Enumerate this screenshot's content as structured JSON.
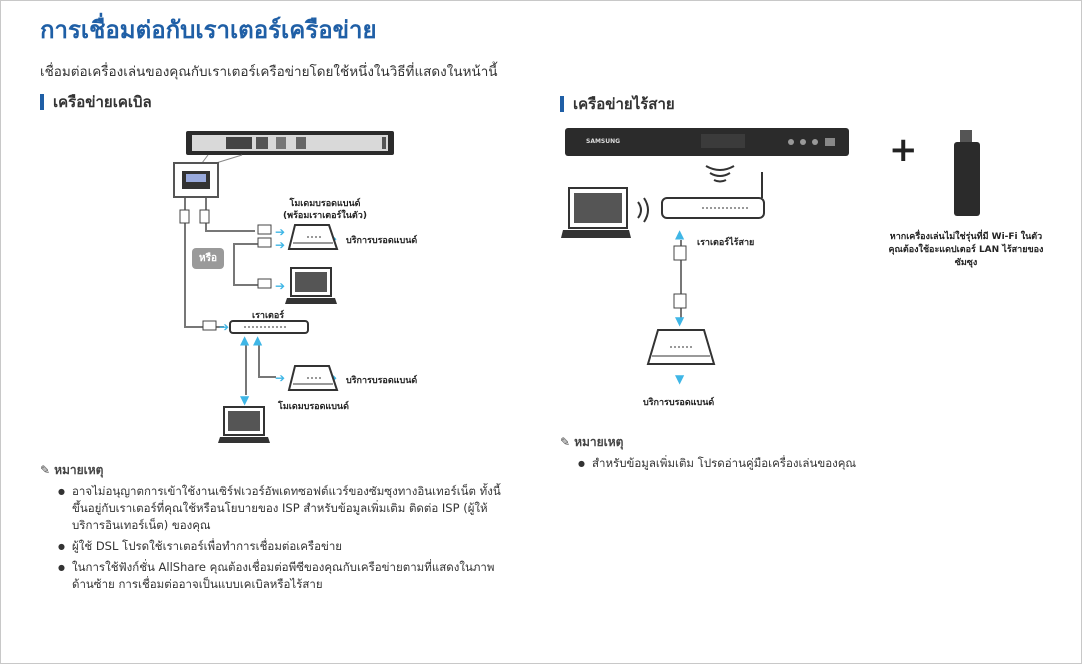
{
  "page": {
    "title": "การเชื่อมต่อกับเราเตอร์เครือข่าย",
    "subtitle": "เชื่อมต่อเครื่องเล่นของคุณกับเราเตอร์เครือข่ายโดยใช้หนึ่งในวิธีที่แสดงในหน้านี้"
  },
  "wired": {
    "heading": "เครือข่ายเคเบิล",
    "labels": {
      "modem_router": "โมเดมบรอดแบนด์",
      "modem_router_sub": "(พร้อมเราเตอร์ในตัว)",
      "service_top": "บริการบรอดแบนด์",
      "or": "หรือ",
      "router": "เราเตอร์",
      "service_bottom": "บริการบรอดแบนด์",
      "modem": "โมเดมบรอดแบนด์"
    },
    "note_heading": "หมายเหตุ",
    "notes": [
      "อาจไม่อนุญาตการเข้าใช้งานเซิร์ฟเวอร์อัพเดทซอฟต์แวร์ของซัมซุงทางอินเทอร์เน็ต ทั้งนี้ขึ้นอยู่กับเราเตอร์ที่คุณใช้หรือนโยบายของ ISP สำหรับข้อมูลเพิ่มเติม ติดต่อ ISP (ผู้ให้บริการอินเทอร์เน็ต) ของคุณ",
      "ผู้ใช้ DSL โปรดใช้เราเตอร์เพื่อทำการเชื่อมต่อเครือข่าย",
      "ในการใช้ฟังก์ชั่น AllShare คุณต้องเชื่อมต่อพีซีของคุณกับเครือข่ายตามที่แสดงในภาพด้านซ้าย การเชื่อมต่ออาจเป็นแบบเคเบิลหรือไร้สาย"
    ]
  },
  "wireless": {
    "heading": "เครือข่ายไร้สาย",
    "labels": {
      "wireless_router": "เราเตอร์ไร้สาย",
      "service": "บริการบรอดแบนด์",
      "brand": "SAMSUNG",
      "plus": "+",
      "dongle_note": "หากเครื่องเล่นไม่ใช่รุ่นที่มี Wi-Fi ในตัว คุณต้องใช้อะแดปเตอร์ LAN ไร้สายของซัมซุง"
    },
    "note_heading": "หมายเหตุ",
    "notes": [
      "สำหรับข้อมูลเพิ่มเติม โปรดอ่านคู่มือเครื่องเล่นของคุณ"
    ]
  },
  "colors": {
    "title_blue": "#1f5fa6",
    "accent_blue": "#3fb6e6",
    "device_dark": "#2b2b2b"
  },
  "icons": {
    "note": "pencil-icon",
    "arrows": "arrow-right-icon",
    "wifi": "wifi-signal-icon"
  }
}
